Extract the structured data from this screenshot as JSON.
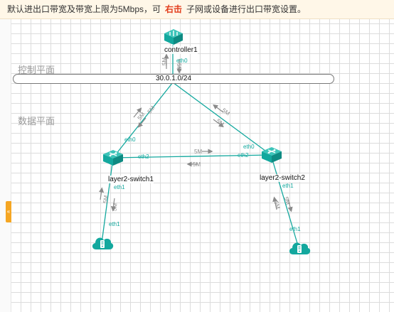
{
  "notice": {
    "text_before": "默认进出口带宽及带宽上限为5Mbps，可",
    "highlight": "右击",
    "text_after": "子网或设备进行出口带宽设置。"
  },
  "sidebar": {
    "toggle_icon": "collapse-arrows-icon",
    "toggle_glyph": "«"
  },
  "planes": {
    "control": "控制平面",
    "data": "数据平面"
  },
  "network": {
    "subnet": "30.0.1.0/24"
  },
  "nodes": {
    "controller": {
      "name": "controller1",
      "icon": "controller-icon"
    },
    "switch1": {
      "name": "layer2-switch1",
      "icon": "switch-icon"
    },
    "switch2": {
      "name": "layer2-switch2",
      "icon": "switch-icon"
    },
    "host1": {
      "icon": "cloud-host-icon"
    },
    "host2": {
      "icon": "cloud-host-icon"
    }
  },
  "ports": {
    "eth0": "eth0",
    "eth1": "eth1",
    "eth2": "eth2"
  },
  "bandwidth": "5M",
  "colors": {
    "accent": "#13a89e",
    "highlight": "#e23c1a",
    "handle": "#f5a623",
    "arrow": "#8a8a8a"
  }
}
